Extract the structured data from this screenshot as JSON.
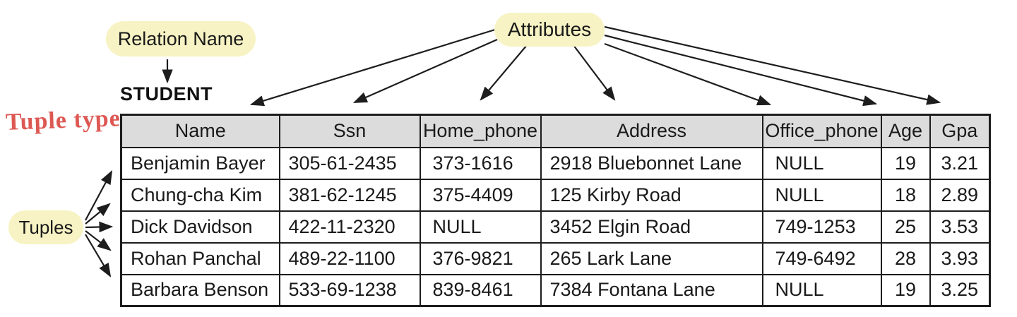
{
  "diagram": {
    "relation_name_label": "Relation Name",
    "attributes_label": "Attributes",
    "tuples_label": "Tuples",
    "tuple_type_label": "Tuple type",
    "table_title": "STUDENT"
  },
  "table": {
    "columns": [
      "Name",
      "Ssn",
      "Home_phone",
      "Address",
      "Office_phone",
      "Age",
      "Gpa"
    ],
    "rows": [
      [
        "Benjamin Bayer",
        "305-61-2435",
        "373-1616",
        "2918 Bluebonnet Lane",
        "NULL",
        "19",
        "3.21"
      ],
      [
        "Chung-cha Kim",
        "381-62-1245",
        "375-4409",
        "125 Kirby Road",
        "NULL",
        "18",
        "2.89"
      ],
      [
        "Dick Davidson",
        "422-11-2320",
        "NULL",
        "3452 Elgin Road",
        "749-1253",
        "25",
        "3.53"
      ],
      [
        "Rohan Panchal",
        "489-22-1100",
        "376-9821",
        "265 Lark Lane",
        "749-6492",
        "28",
        "3.93"
      ],
      [
        "Barbara Benson",
        "533-69-1238",
        "839-8461",
        "7384 Fontana Lane",
        "NULL",
        "19",
        "3.25"
      ]
    ]
  },
  "colors": {
    "highlight_yellow": "#f7f3c4",
    "header_gray": "#dcdcdc",
    "annotation_red": "#dd5853",
    "line_black": "#1d1d1d"
  }
}
